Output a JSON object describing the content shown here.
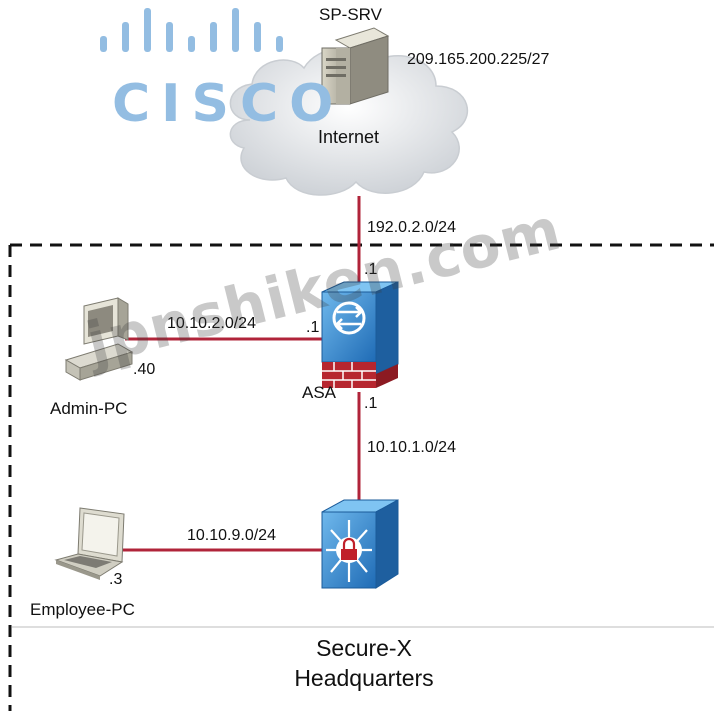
{
  "logo": {
    "text": "CISCO",
    "color": "#93bde2"
  },
  "watermark": "jpnshiken.com",
  "zone": {
    "title_line1": "Secure-X",
    "title_line2": "Headquarters"
  },
  "nodes": {
    "sp_srv": {
      "label": "SP-SRV",
      "ip": "209.165.200.225/27",
      "icon": "server-icon"
    },
    "internet": {
      "label": "Internet",
      "icon": "cloud-icon"
    },
    "asa": {
      "label": "ASA",
      "icon": "firewall-icon",
      "outside_host": ".1",
      "inside_host": ".1",
      "admin_host": ".1"
    },
    "admin_pc": {
      "label": "Admin-PC",
      "host": ".40",
      "icon": "desktop-pc-icon"
    },
    "vpn_device": {
      "icon": "vpn-concentrator-icon"
    },
    "employee_pc": {
      "label": "Employee-PC",
      "host": ".3",
      "icon": "laptop-icon"
    }
  },
  "links": {
    "internet_asa": "192.0.2.0/24",
    "admin_asa": "10.10.2.0/24",
    "asa_vpn": "10.10.1.0/24",
    "employee_vpn": "10.10.9.0/24"
  },
  "colors": {
    "link": "#b0243a",
    "boundary": "#111111"
  }
}
